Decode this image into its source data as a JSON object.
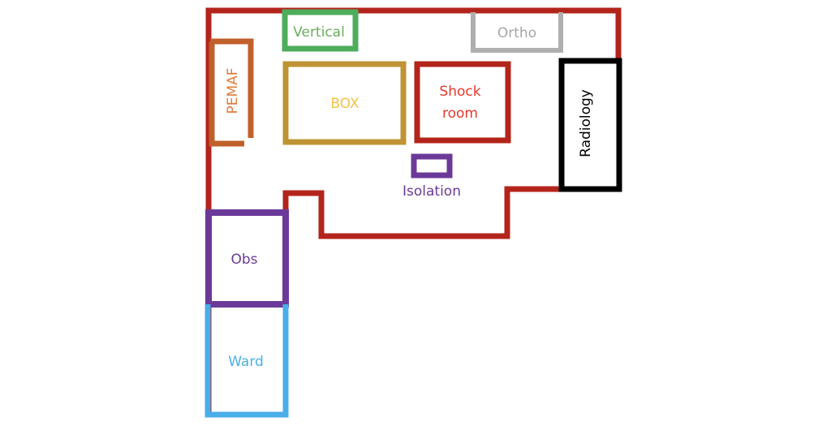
{
  "diagram": {
    "type": "floor-plan",
    "outline": {
      "name": "department-outline",
      "color": "#B3241B"
    },
    "rooms": [
      {
        "id": "vertical",
        "label": "Vertical",
        "stroke": "#4EAD5B",
        "text": "#6AAE5E"
      },
      {
        "id": "ortho",
        "label": "Ortho",
        "stroke": "#AFAFAF",
        "text": "#A6A6A6"
      },
      {
        "id": "pemaf",
        "label": "PEMAF",
        "stroke": "#C0602A",
        "text": "#E07B3C"
      },
      {
        "id": "box",
        "label": "BOX",
        "stroke": "#BF9434",
        "text": "#F5C242"
      },
      {
        "id": "shock-room",
        "label": "Shock\nroom",
        "stroke": "#B3241B",
        "text": "#E8372B"
      },
      {
        "id": "isolation",
        "label": "Isolation",
        "stroke": "#6B3A99",
        "text": "#6B3A99"
      },
      {
        "id": "radiology",
        "label": "Radiology",
        "stroke": "#000000",
        "text": "#000000"
      },
      {
        "id": "obs",
        "label": "Obs",
        "stroke": "#6B3A99",
        "text": "#6B3A99"
      },
      {
        "id": "ward",
        "label": "Ward",
        "stroke": "#4AAEE8",
        "text": "#4AAEE8"
      }
    ]
  }
}
